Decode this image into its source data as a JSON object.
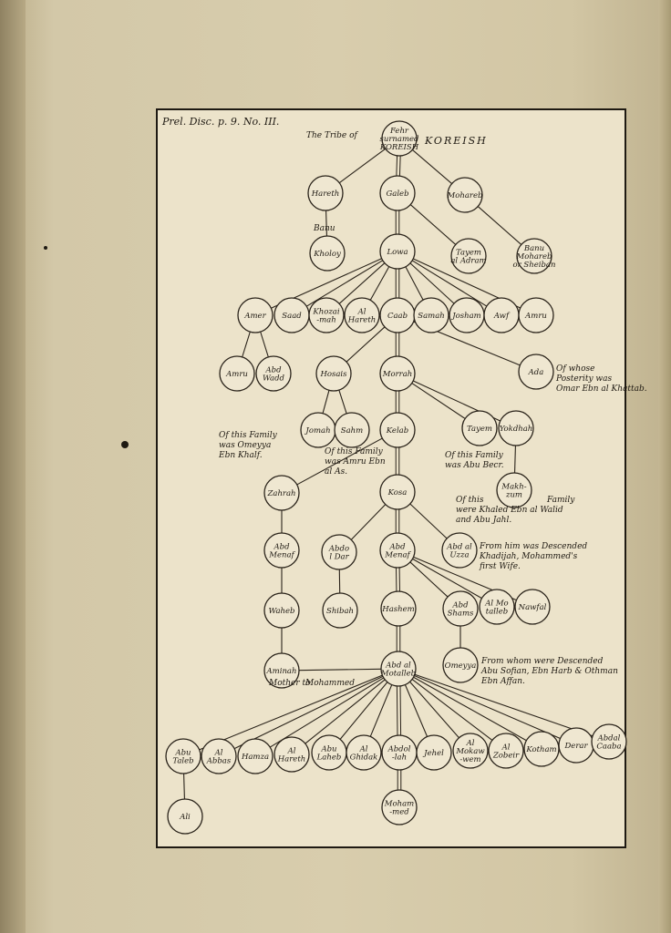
{
  "header": {
    "ref": "Prel. Disc. p. 9. No. III.",
    "tribe_prefix": "The Tribe of",
    "tribe_name": "KOREISH"
  },
  "nodes": {
    "fehr": [
      "Fehr",
      "surnamed",
      "KOREISH"
    ],
    "hareth1": [
      "Hareth"
    ],
    "galeb": [
      "Galeb"
    ],
    "mohareb": [
      "Mohareb"
    ],
    "kholoy": [
      "Kholoy"
    ],
    "lowa": [
      "Lowa"
    ],
    "tayem1": [
      "Tayem",
      "al Adram"
    ],
    "banu_mohareb": [
      "Banu",
      "Mohareb",
      "or Sheiban"
    ],
    "amer": [
      "Amer"
    ],
    "saad": [
      "Saad"
    ],
    "khozaimah": [
      "Khozai",
      "-mah"
    ],
    "al_hareth1": [
      "Al",
      "Hareth"
    ],
    "caab": [
      "Caab"
    ],
    "samah": [
      "Samah"
    ],
    "josham": [
      "Josham"
    ],
    "awf": [
      "Awf"
    ],
    "amru1": [
      "Amru"
    ],
    "amru2": [
      "Amru"
    ],
    "abd_wadd": [
      "Abd",
      "Wadd"
    ],
    "hosais": [
      "Hosais"
    ],
    "morrah": [
      "Morrah"
    ],
    "ada": [
      "Ada"
    ],
    "jomah": [
      "Jomah"
    ],
    "sahm": [
      "Sahm"
    ],
    "kelab": [
      "Kelab"
    ],
    "tayem2": [
      "Tayem"
    ],
    "yokdhah": [
      "Yokdhah"
    ],
    "zahrah": [
      "Zahrah"
    ],
    "kosa": [
      "Kosa"
    ],
    "makhzum": [
      "Makh-",
      "zum"
    ],
    "abd_menaf1": [
      "Abd",
      "Menaf"
    ],
    "abdol_dar": [
      "Abdo",
      "l Dar"
    ],
    "abd_menaf2": [
      "Abd",
      "Menaf"
    ],
    "abd_al_uzza": [
      "Abd al",
      "Uzza"
    ],
    "waheb": [
      "Waheb"
    ],
    "shibah": [
      "Shibah"
    ],
    "hashem": [
      "Hashem"
    ],
    "abd_shams": [
      "Abd",
      "Shams"
    ],
    "al_motalleb1": [
      "Al Mo",
      "talleb"
    ],
    "nawfal": [
      "Nawfal"
    ],
    "aminah": [
      "Aminah"
    ],
    "abd_al_motalleb": [
      "Abd al",
      "Motalleb"
    ],
    "omeyya": [
      "Omeyya"
    ],
    "abu_taleb": [
      "Abu",
      "Taleb"
    ],
    "al_abbas": [
      "Al",
      "Abbas"
    ],
    "hamza": [
      "Hamza"
    ],
    "al_hareth2": [
      "Al",
      "Hareth"
    ],
    "abu_laheb": [
      "Abu",
      "Laheb"
    ],
    "al_ghidak": [
      "Al",
      "Ghidak"
    ],
    "abdollah": [
      "Abdol",
      "-lah"
    ],
    "jehel": [
      "Jehel"
    ],
    "al_mokawwem": [
      "Al",
      "Mokaw",
      "-wem"
    ],
    "al_zobeir": [
      "Al",
      "Zobeir"
    ],
    "kotham": [
      "Kotham"
    ],
    "derar": [
      "Derar"
    ],
    "abd_al_caaba": [
      "Abdal",
      "Caaba"
    ],
    "ali": [
      "Ali"
    ],
    "mohammed": [
      "Moham",
      "-med"
    ]
  },
  "notes": {
    "banu": "Banu",
    "ada_note": [
      "Of whose",
      "Posterity was",
      "Omar Ebn al Khattab."
    ],
    "omeyya_family": [
      "Of this Family",
      "was Omeyya",
      "Ebn Khalf."
    ],
    "sahm_family": [
      "Of this Family",
      "was Amru Ebn",
      "al As."
    ],
    "abubecr_family": [
      "Of this Family",
      "was Abu Becr."
    ],
    "makhzum_family": [
      "Of this",
      "Family",
      "were Khaled Ebn al Walid",
      "and Abu Jahl."
    ],
    "khadijah": [
      "From him was Descended",
      "Khadijah, Mohammed's",
      "first Wife."
    ],
    "abu_sofian": [
      "From whom were Descended",
      "Abu Sofian, Ebn Harb & Othman",
      "Ebn Affan."
    ],
    "mother_to": "Mother to",
    "mohammed_label": "Mohammed"
  }
}
